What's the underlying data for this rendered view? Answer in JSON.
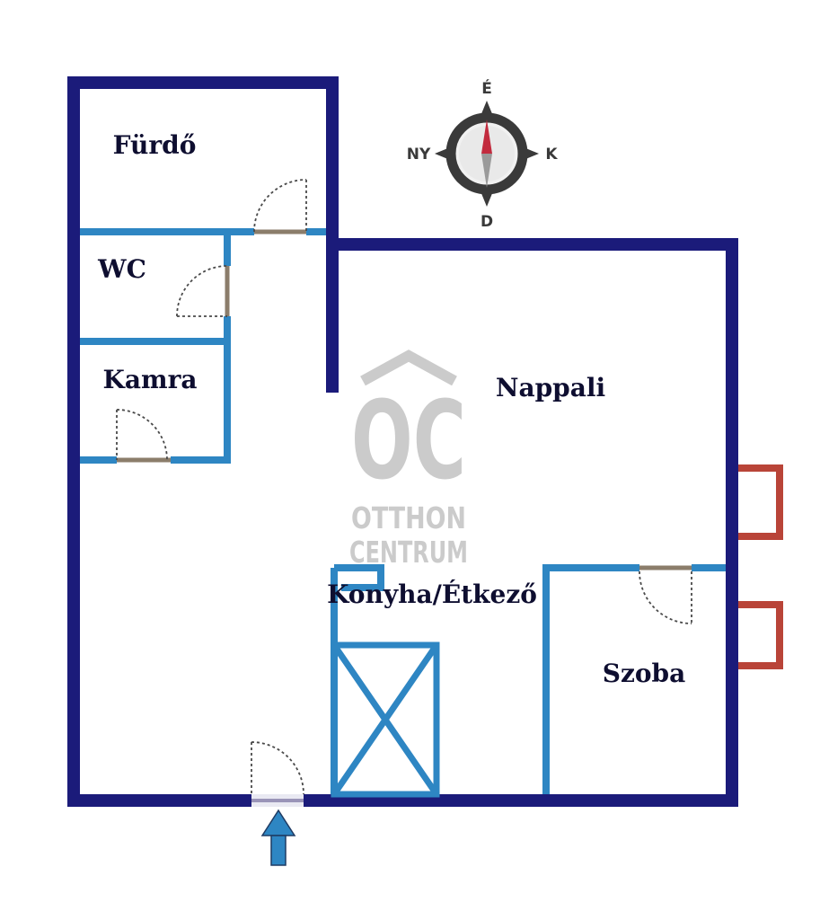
{
  "colors": {
    "outer_wall": "#1b1b7a",
    "inner_wall": "#2e86c3",
    "window_frame": "#b94438",
    "door_arc": "#4a4a4a",
    "door_sill": "#8b7d6b",
    "entrance_gap": "#e9e9f2",
    "entrance_sill": "#9a94b8",
    "entrance_arrow": "#2e86c3",
    "room_label": "#0e0e30",
    "compass_dark": "#3a3a3a",
    "needle_red": "#c22b3e",
    "needle_gray": "#9a9a9a",
    "watermark": "#cbcbcb"
  },
  "rooms": [
    {
      "id": "furdo",
      "label": "Fürdő"
    },
    {
      "id": "wc",
      "label": "WC"
    },
    {
      "id": "kamra",
      "label": "Kamra"
    },
    {
      "id": "nappali",
      "label": "Nappali"
    },
    {
      "id": "konyha",
      "label": "Konyha/Étkező"
    },
    {
      "id": "szoba",
      "label": "Szoba"
    }
  ],
  "compass": {
    "north": "É",
    "south": "D",
    "west": "NY",
    "east": "K"
  },
  "watermark": {
    "monogram": "OC",
    "line1": "OTTHON",
    "line2": "CENTRUM"
  }
}
